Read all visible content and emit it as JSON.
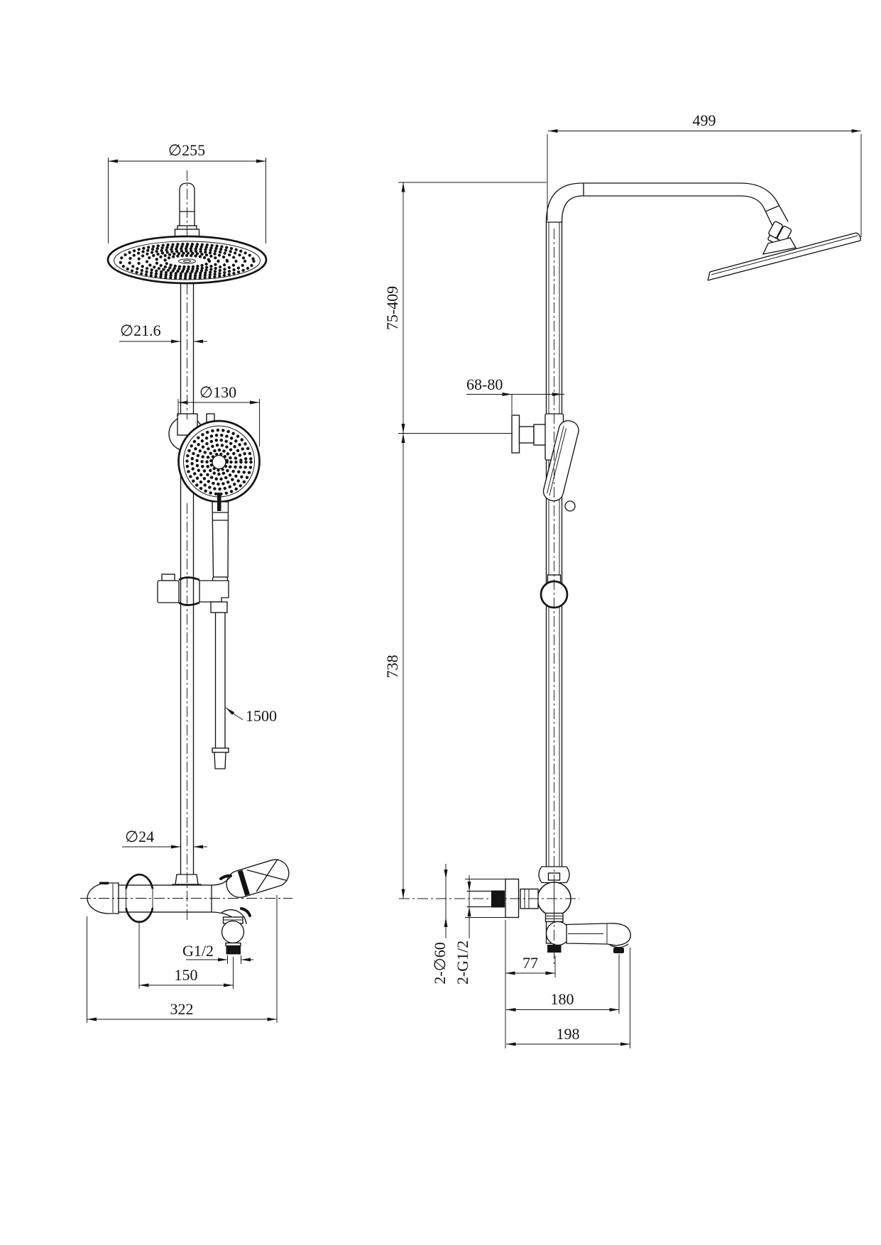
{
  "drawing": {
    "type": "technical-drawing",
    "product": "wall-mounted shower column with overhead shower, hand shower and mixer",
    "units": "mm"
  },
  "colors": {
    "line": "#141414",
    "background": "#ffffff"
  },
  "dims": {
    "front": {
      "head_diameter": "∅255",
      "riser_diameter": "∅21.6",
      "hand_shower_diameter": "∅130",
      "hose_length": "1500",
      "lower_riser_diameter": "∅24",
      "outlet_thread": "G1/2",
      "outlet_to_handle": "150",
      "overall_width": "322"
    },
    "side": {
      "arm_reach": "499",
      "head_height_range": "75-409",
      "bracket_wall_range": "68-80",
      "riser_height": "738",
      "escutcheon_diameter": "2-∅60",
      "inlet_thread": "2-G1/2",
      "spout_drop_offset": "77",
      "spout_reach": "180",
      "overall_depth": "198"
    }
  }
}
